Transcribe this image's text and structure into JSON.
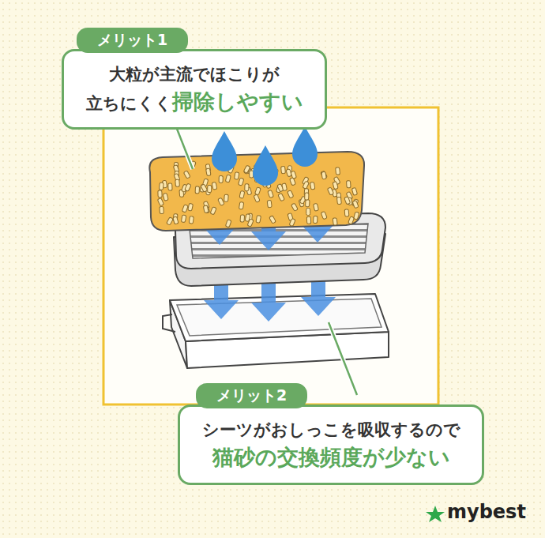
{
  "diagram": {
    "nodes": [
      {
        "text": [
          "メリット1",
          "大粒が主流でほこりが",
          "立ちにくく",
          "掃除しやすい"
        ]
      },
      {
        "text": [
          "メリット2",
          "シーツがおしっこを吸収するので",
          "猫砂の交換頻度が少ない"
        ]
      }
    ],
    "labels": [
      "mybest"
    ]
  }
}
